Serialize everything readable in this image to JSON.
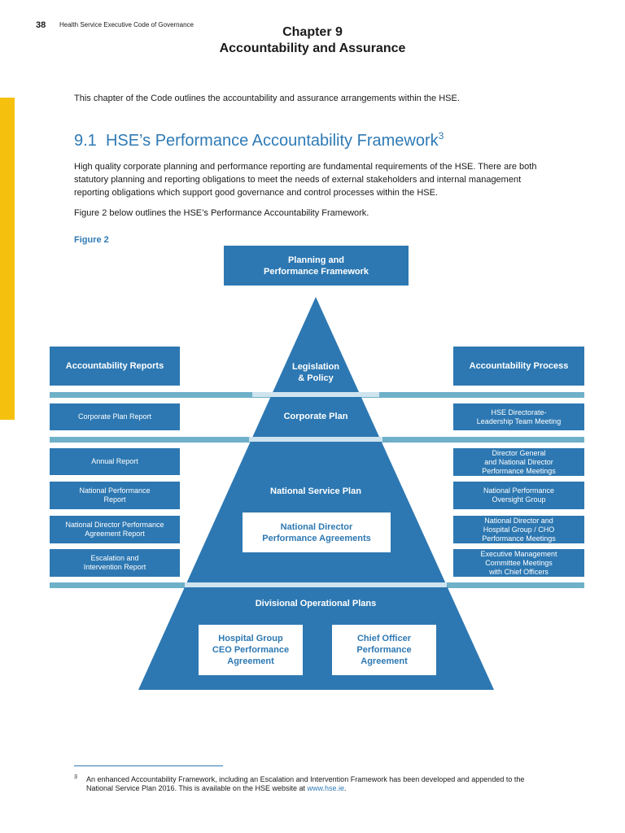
{
  "header": {
    "page_number": "38",
    "running_title": "Health Service Executive Code of Governance",
    "chapter_number": "Chapter 9",
    "chapter_title": "Accountability and Assurance"
  },
  "intro": "This chapter of the Code outlines the accountability and assurance arrangements within the HSE.",
  "section": {
    "number": "9.1",
    "title": "HSE’s Performance Accountability Framework",
    "footnote_ref": "3"
  },
  "paragraphs": [
    "High quality corporate planning and performance reporting are fundamental requirements of the HSE. There are both statutory planning and reporting obligations to meet the needs of external stakeholders and internal management reporting obligations which support good governance and control processes within the HSE.",
    "Figure 2 below outlines the HSE’s Performance Accountability Framework."
  ],
  "figure": {
    "label": "Figure 2",
    "top_box": [
      "Planning and",
      "Performance Framework"
    ],
    "pyramid": {
      "tier1": [
        "Legislation",
        "& Policy"
      ],
      "tier2": "Corporate Plan",
      "tier3": "National Service Plan",
      "tier3_inner": [
        "National Director",
        "Performance Agreements"
      ],
      "tier4": "Divisional Operational Plans",
      "tier4_left": [
        "Hospital Group",
        "CEO Performance",
        "Agreement"
      ],
      "tier4_right": [
        "Chief Officer",
        "Performance",
        "Agreement"
      ]
    },
    "left_header": "Accountability Reports",
    "left_items": [
      [
        "Corporate Plan Report"
      ],
      [
        "Annual Report"
      ],
      [
        "National Performance",
        "Report"
      ],
      [
        "National Director Performance",
        "Agreement Report"
      ],
      [
        "Escalation and",
        "Intervention Report"
      ]
    ],
    "right_header": "Accountability Process",
    "right_items": [
      [
        "HSE Directorate-",
        "Leadership Team Meeting"
      ],
      [
        "Director General",
        "and National Director",
        "Performance Meetings"
      ],
      [
        "National Performance",
        "Oversight Group"
      ],
      [
        "National Director and",
        "Hospital Group / CHO",
        "Performance Meetings"
      ],
      [
        "Executive Management",
        "Committee Meetings",
        "with Chief Officers"
      ]
    ],
    "colors": {
      "primary": "#2d78b2",
      "band": "#6fb0c9"
    }
  },
  "footnote": {
    "mark": "3",
    "text": "An enhanced Accountability Framework, including an Escalation and Intervention Framework has been developed and appended to the National Service Plan 2016. This is available on the HSE website at ",
    "link_text": "www.hse.ie",
    "end": "."
  },
  "accent_color": "#f6c10e"
}
